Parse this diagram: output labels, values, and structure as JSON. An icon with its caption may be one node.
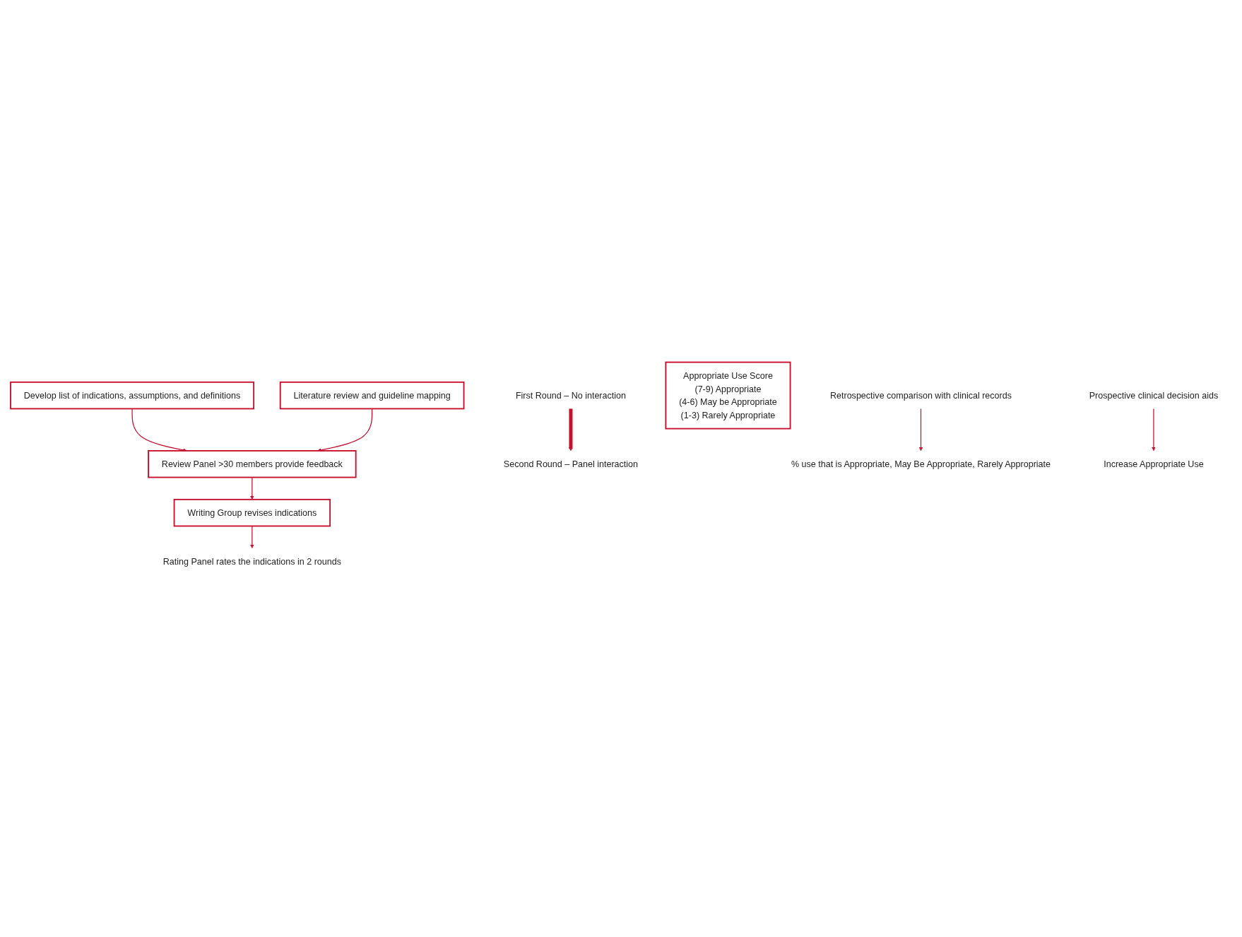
{
  "diagram": {
    "nodes": [
      {
        "text": [
          "Develop list of indications, assumptions, and definitions"
        ]
      },
      {
        "text": [
          "Literature review and guideline mapping"
        ]
      },
      {
        "text": [
          "Review Panel >30 members provide feedback"
        ]
      },
      {
        "text": [
          "Writing Group revises indications"
        ]
      },
      {
        "text": [
          "Rating Panel rates the indications in 2 rounds"
        ]
      },
      {
        "text": [
          "First Round – No interaction"
        ]
      },
      {
        "text": [
          "Second Round – Panel interaction"
        ]
      },
      {
        "text": [
          "Appropriate Use Score",
          "(7-9) Appropriate",
          "(4-6) May be Appropriate",
          "(1-3) Rarely Appropriate"
        ]
      },
      {
        "text": [
          "Retrospective comparison with clinical records"
        ]
      },
      {
        "text": [
          "% use that is Appropriate, May Be Appropriate, Rarely Appropriate"
        ]
      },
      {
        "text": [
          "Prospective clinical decision aids"
        ]
      },
      {
        "text": [
          "Increase Appropriate Use"
        ]
      }
    ],
    "edges": [
      {
        "from": 0,
        "to": 2,
        "arrow": "to"
      },
      {
        "from": 1,
        "to": 2,
        "arrow": "to"
      },
      {
        "from": 2,
        "to": 3,
        "arrow": "to"
      },
      {
        "from": 3,
        "to": 4,
        "arrow": "to"
      },
      {
        "from": 5,
        "to": 6,
        "arrow": "to",
        "style": "thick"
      },
      {
        "from": 8,
        "to": 9,
        "arrow": "to"
      },
      {
        "from": 10,
        "to": 11,
        "arrow": "to"
      }
    ]
  }
}
